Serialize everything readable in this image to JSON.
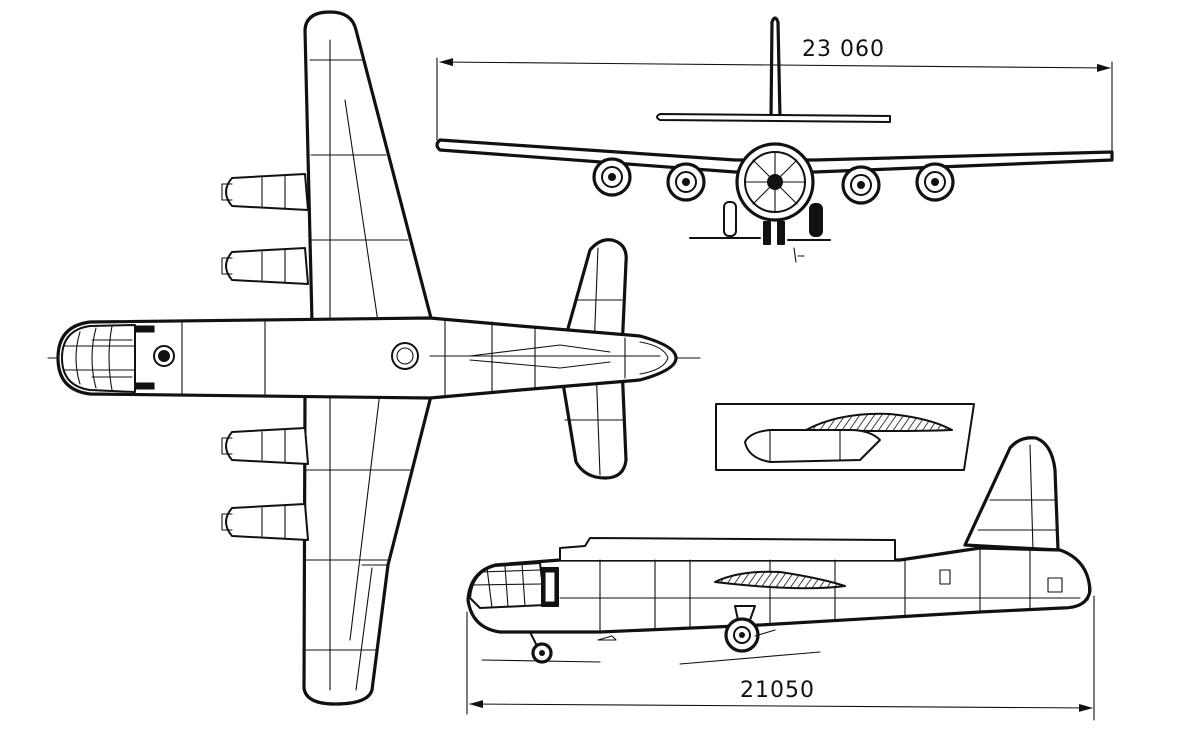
{
  "dimensions": {
    "wingspan_label": "23 060",
    "length_label": "21050"
  },
  "views": [
    "top-view",
    "front-view",
    "side-view",
    "wing-section-detail"
  ],
  "colors": {
    "ink": "#111111",
    "paper": "#ffffff"
  }
}
